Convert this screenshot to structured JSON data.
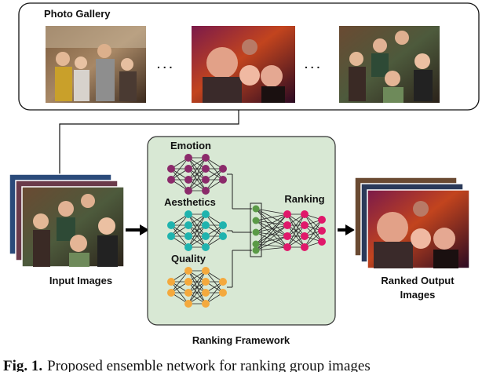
{
  "gallery": {
    "title": "Photo Gallery",
    "ellipsis_1": ". . .",
    "ellipsis_2": ". . ."
  },
  "input": {
    "label": "Input Images"
  },
  "framework": {
    "label": "Ranking Framework",
    "branches": [
      {
        "label": "Emotion",
        "color": "#8b2a6a"
      },
      {
        "label": "Aesthetics",
        "color": "#1fb3ae"
      },
      {
        "label": "Quality",
        "color": "#f4a93d"
      }
    ],
    "ensemble_color": "#5a9a46",
    "ranking": {
      "label": "Ranking",
      "color": "#e0186a"
    },
    "background": "#d8e8d4"
  },
  "output": {
    "label_line1": "Ranked Output",
    "label_line2": "Images"
  },
  "caption": {
    "prefix": "Fig. 1.",
    "text": "Proposed ensemble network for ranking group images"
  }
}
